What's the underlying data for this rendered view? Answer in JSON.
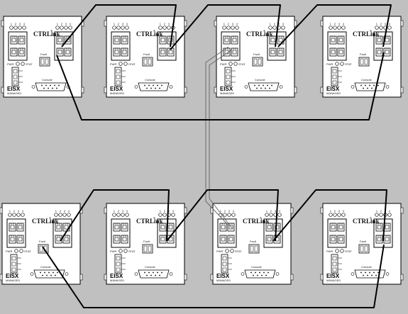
{
  "diagram": {
    "device_labels": {
      "brand": "CTRLink",
      "reg_mark": "®",
      "model": "EISX",
      "mode": "MANAGED",
      "pwr": "PWR",
      "stat": "STAT",
      "fault": "Fault",
      "console": "Console",
      "port_numbers": [
        "1",
        "2",
        "3",
        "4"
      ]
    },
    "switches": [
      {
        "id": "top-1"
      },
      {
        "id": "top-2"
      },
      {
        "id": "top-3"
      },
      {
        "id": "top-4"
      },
      {
        "id": "bottom-1"
      },
      {
        "id": "bottom-2"
      },
      {
        "id": "bottom-3"
      },
      {
        "id": "bottom-4"
      }
    ],
    "colors": {
      "background": "#c0c0c0",
      "panel": "#ffffff",
      "cable": "#000000",
      "fiber": "#6a6a6a"
    }
  }
}
